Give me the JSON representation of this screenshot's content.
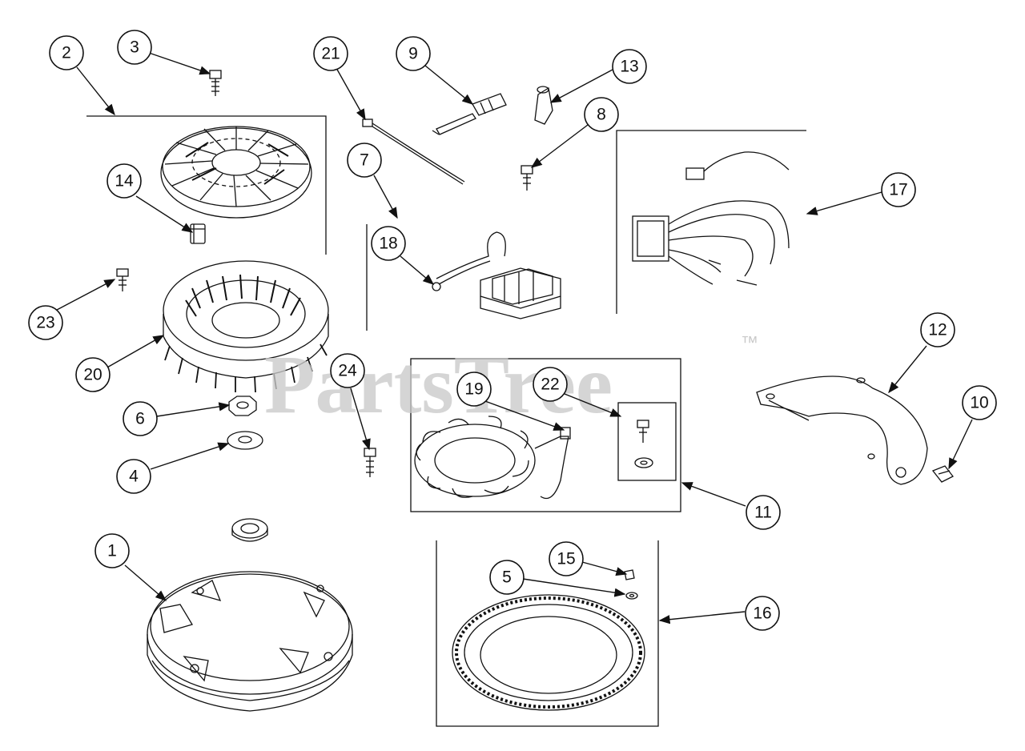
{
  "watermark": {
    "text": "PartsTree",
    "trademark": "™"
  },
  "callouts": [
    {
      "id": "callout-1",
      "label": "1"
    },
    {
      "id": "callout-2",
      "label": "2"
    },
    {
      "id": "callout-3",
      "label": "3"
    },
    {
      "id": "callout-4",
      "label": "4"
    },
    {
      "id": "callout-5",
      "label": "5"
    },
    {
      "id": "callout-6",
      "label": "6"
    },
    {
      "id": "callout-7",
      "label": "7"
    },
    {
      "id": "callout-8",
      "label": "8"
    },
    {
      "id": "callout-9",
      "label": "9"
    },
    {
      "id": "callout-10",
      "label": "10"
    },
    {
      "id": "callout-11",
      "label": "11"
    },
    {
      "id": "callout-12",
      "label": "12"
    },
    {
      "id": "callout-13",
      "label": "13"
    },
    {
      "id": "callout-14",
      "label": "14"
    },
    {
      "id": "callout-15",
      "label": "15"
    },
    {
      "id": "callout-16",
      "label": "16"
    },
    {
      "id": "callout-17",
      "label": "17"
    },
    {
      "id": "callout-18",
      "label": "18"
    },
    {
      "id": "callout-19",
      "label": "19"
    },
    {
      "id": "callout-20",
      "label": "20"
    },
    {
      "id": "callout-21",
      "label": "21"
    },
    {
      "id": "callout-22",
      "label": "22"
    },
    {
      "id": "callout-23",
      "label": "23"
    },
    {
      "id": "callout-24",
      "label": "24"
    }
  ],
  "colors": {
    "line": "#111111",
    "background": "#ffffff",
    "watermark": "#c9c9c9"
  }
}
